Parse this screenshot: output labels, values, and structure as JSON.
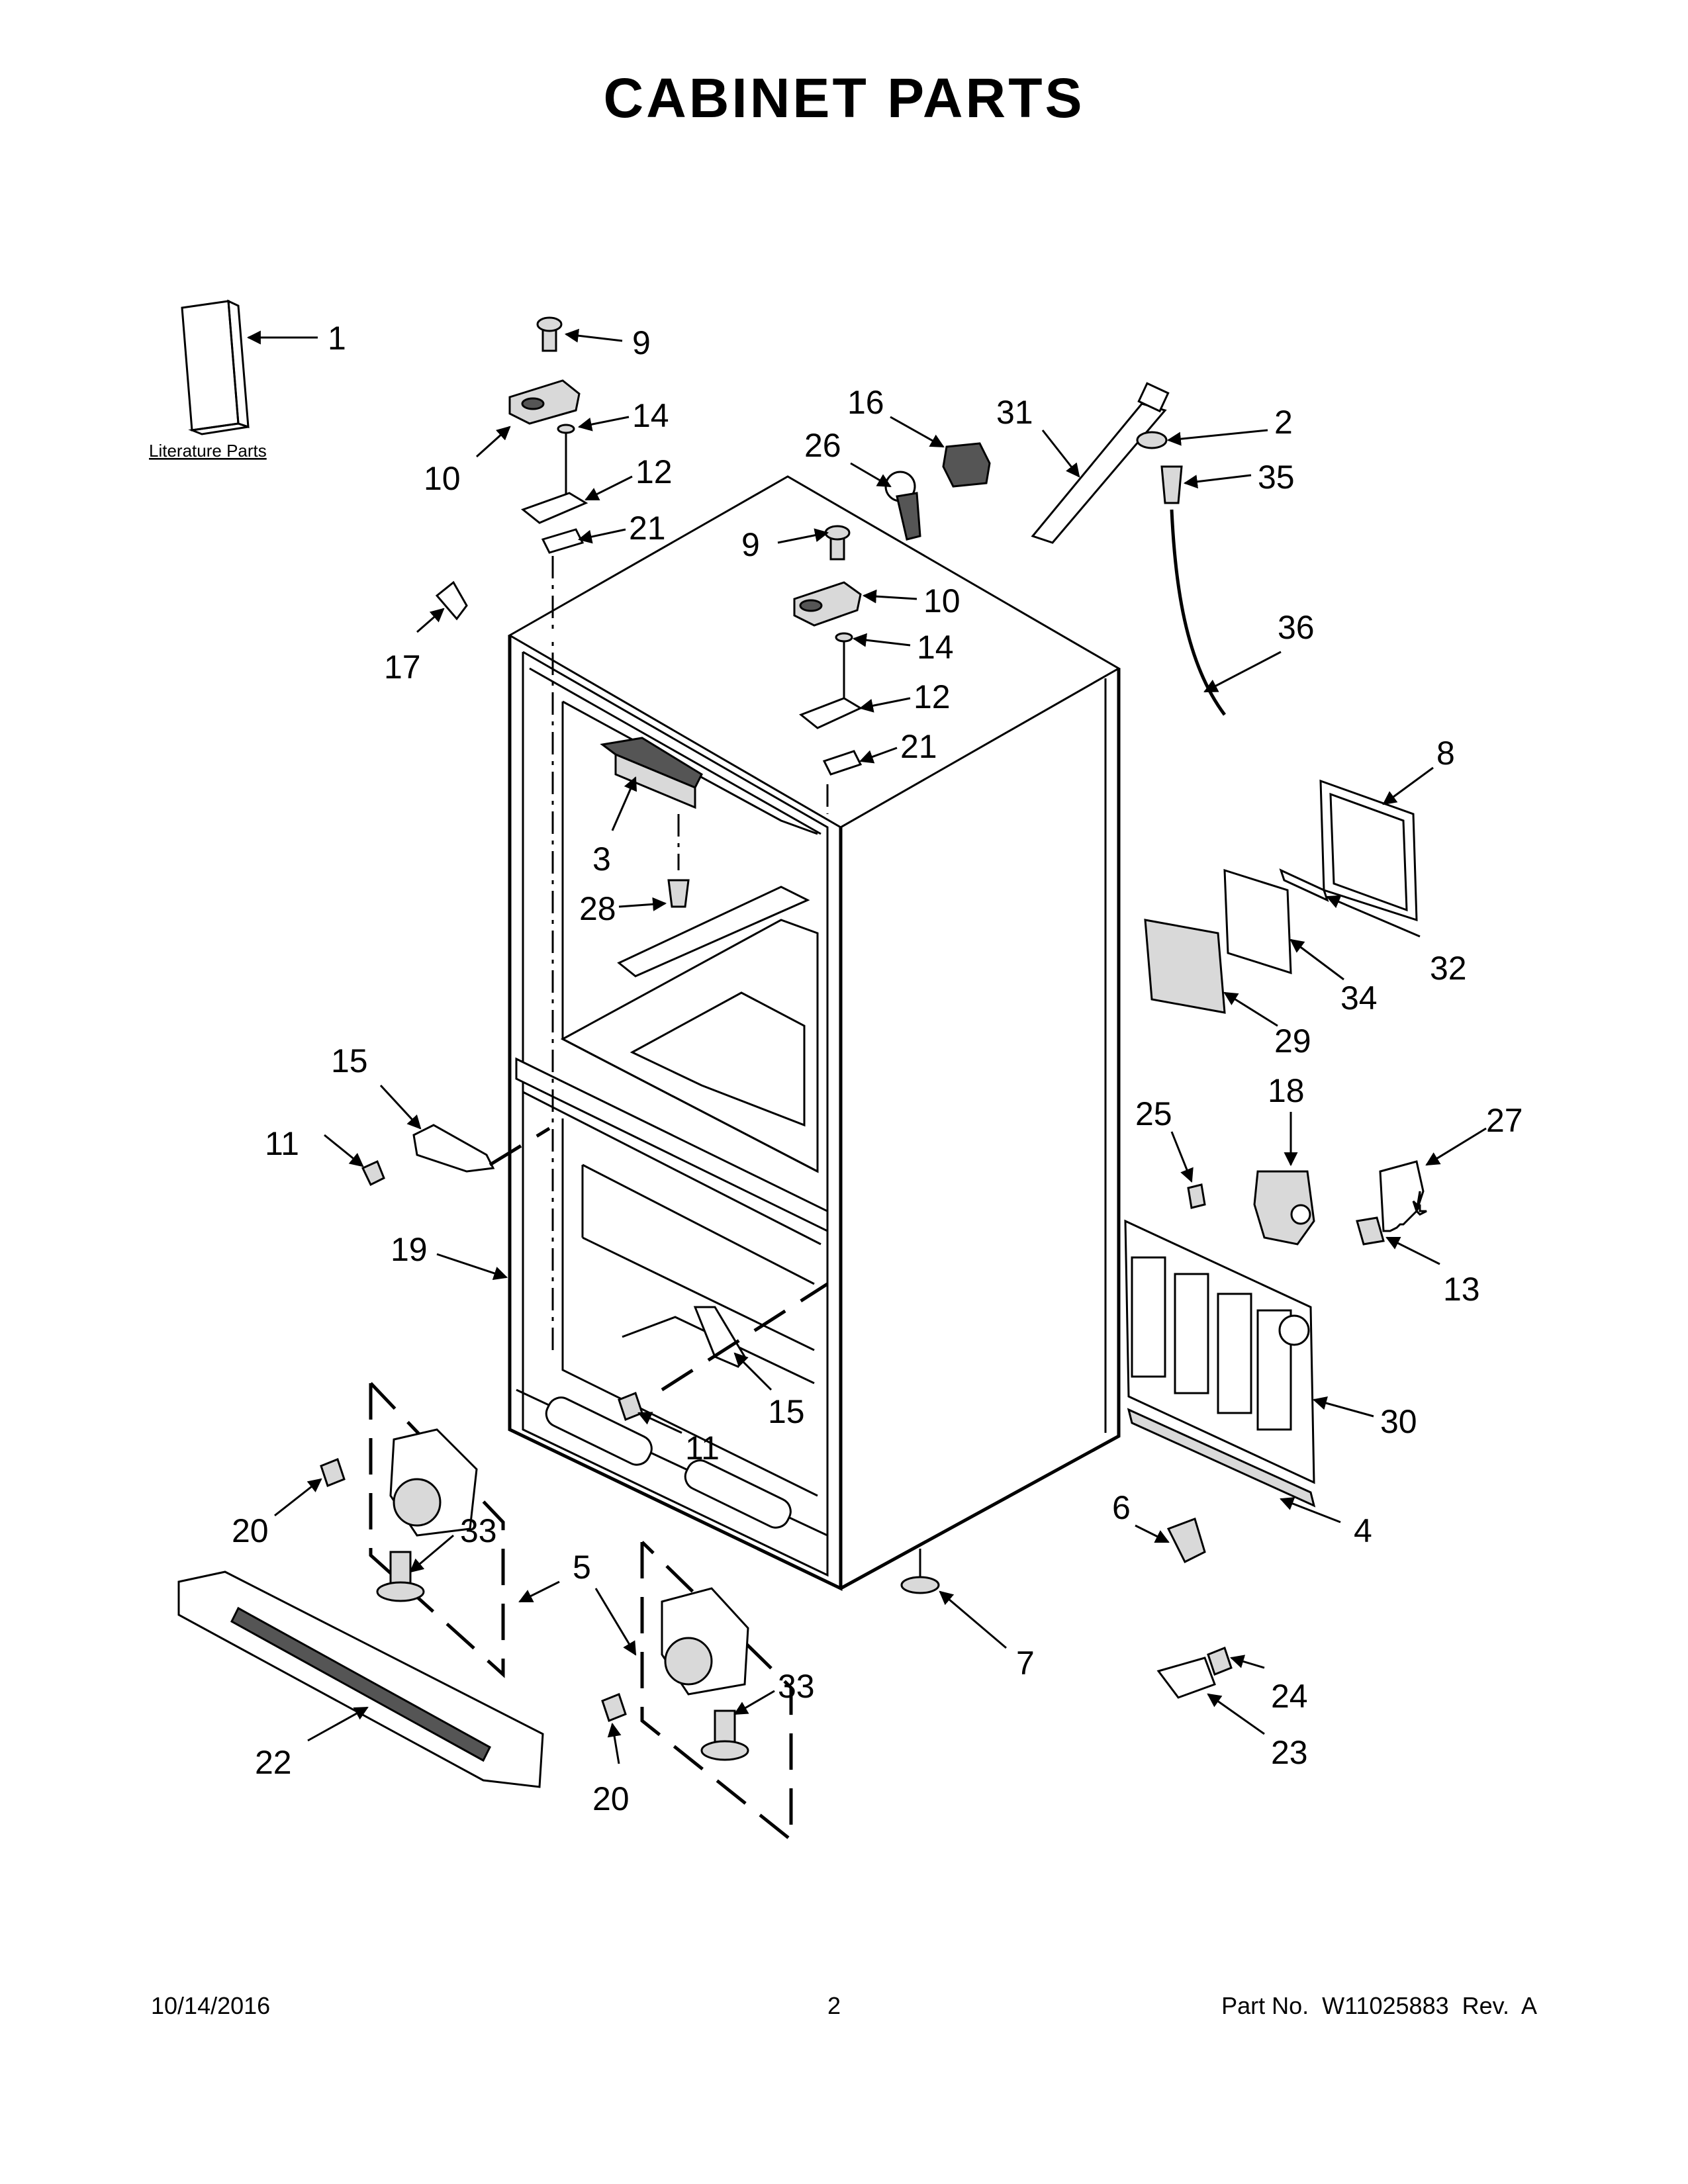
{
  "title": "CABINET PARTS",
  "literature_label": "Literature Parts",
  "callouts": {
    "c1": "1",
    "c2": "2",
    "c3": "3",
    "c4": "4",
    "c5": "5",
    "c6": "6",
    "c7": "7",
    "c8": "8",
    "c9a": "9",
    "c9b": "9",
    "c10a": "10",
    "c10b": "10",
    "c11a": "11",
    "c11b": "11",
    "c12a": "12",
    "c12b": "12",
    "c13": "13",
    "c14a": "14",
    "c14b": "14",
    "c15a": "15",
    "c15b": "15",
    "c16": "16",
    "c17": "17",
    "c18": "18",
    "c19": "19",
    "c20a": "20",
    "c20b": "20",
    "c21a": "21",
    "c21b": "21",
    "c22": "22",
    "c23": "23",
    "c24": "24",
    "c25": "25",
    "c26": "26",
    "c27": "27",
    "c28": "28",
    "c29": "29",
    "c30": "30",
    "c31": "31",
    "c32": "32",
    "c33a": "33",
    "c33b": "33",
    "c34": "34",
    "c35": "35",
    "c36": "36"
  },
  "footer": {
    "date": "10/14/2016",
    "page": "2",
    "part_no": "Part No.  W11025883  Rev.  A"
  }
}
